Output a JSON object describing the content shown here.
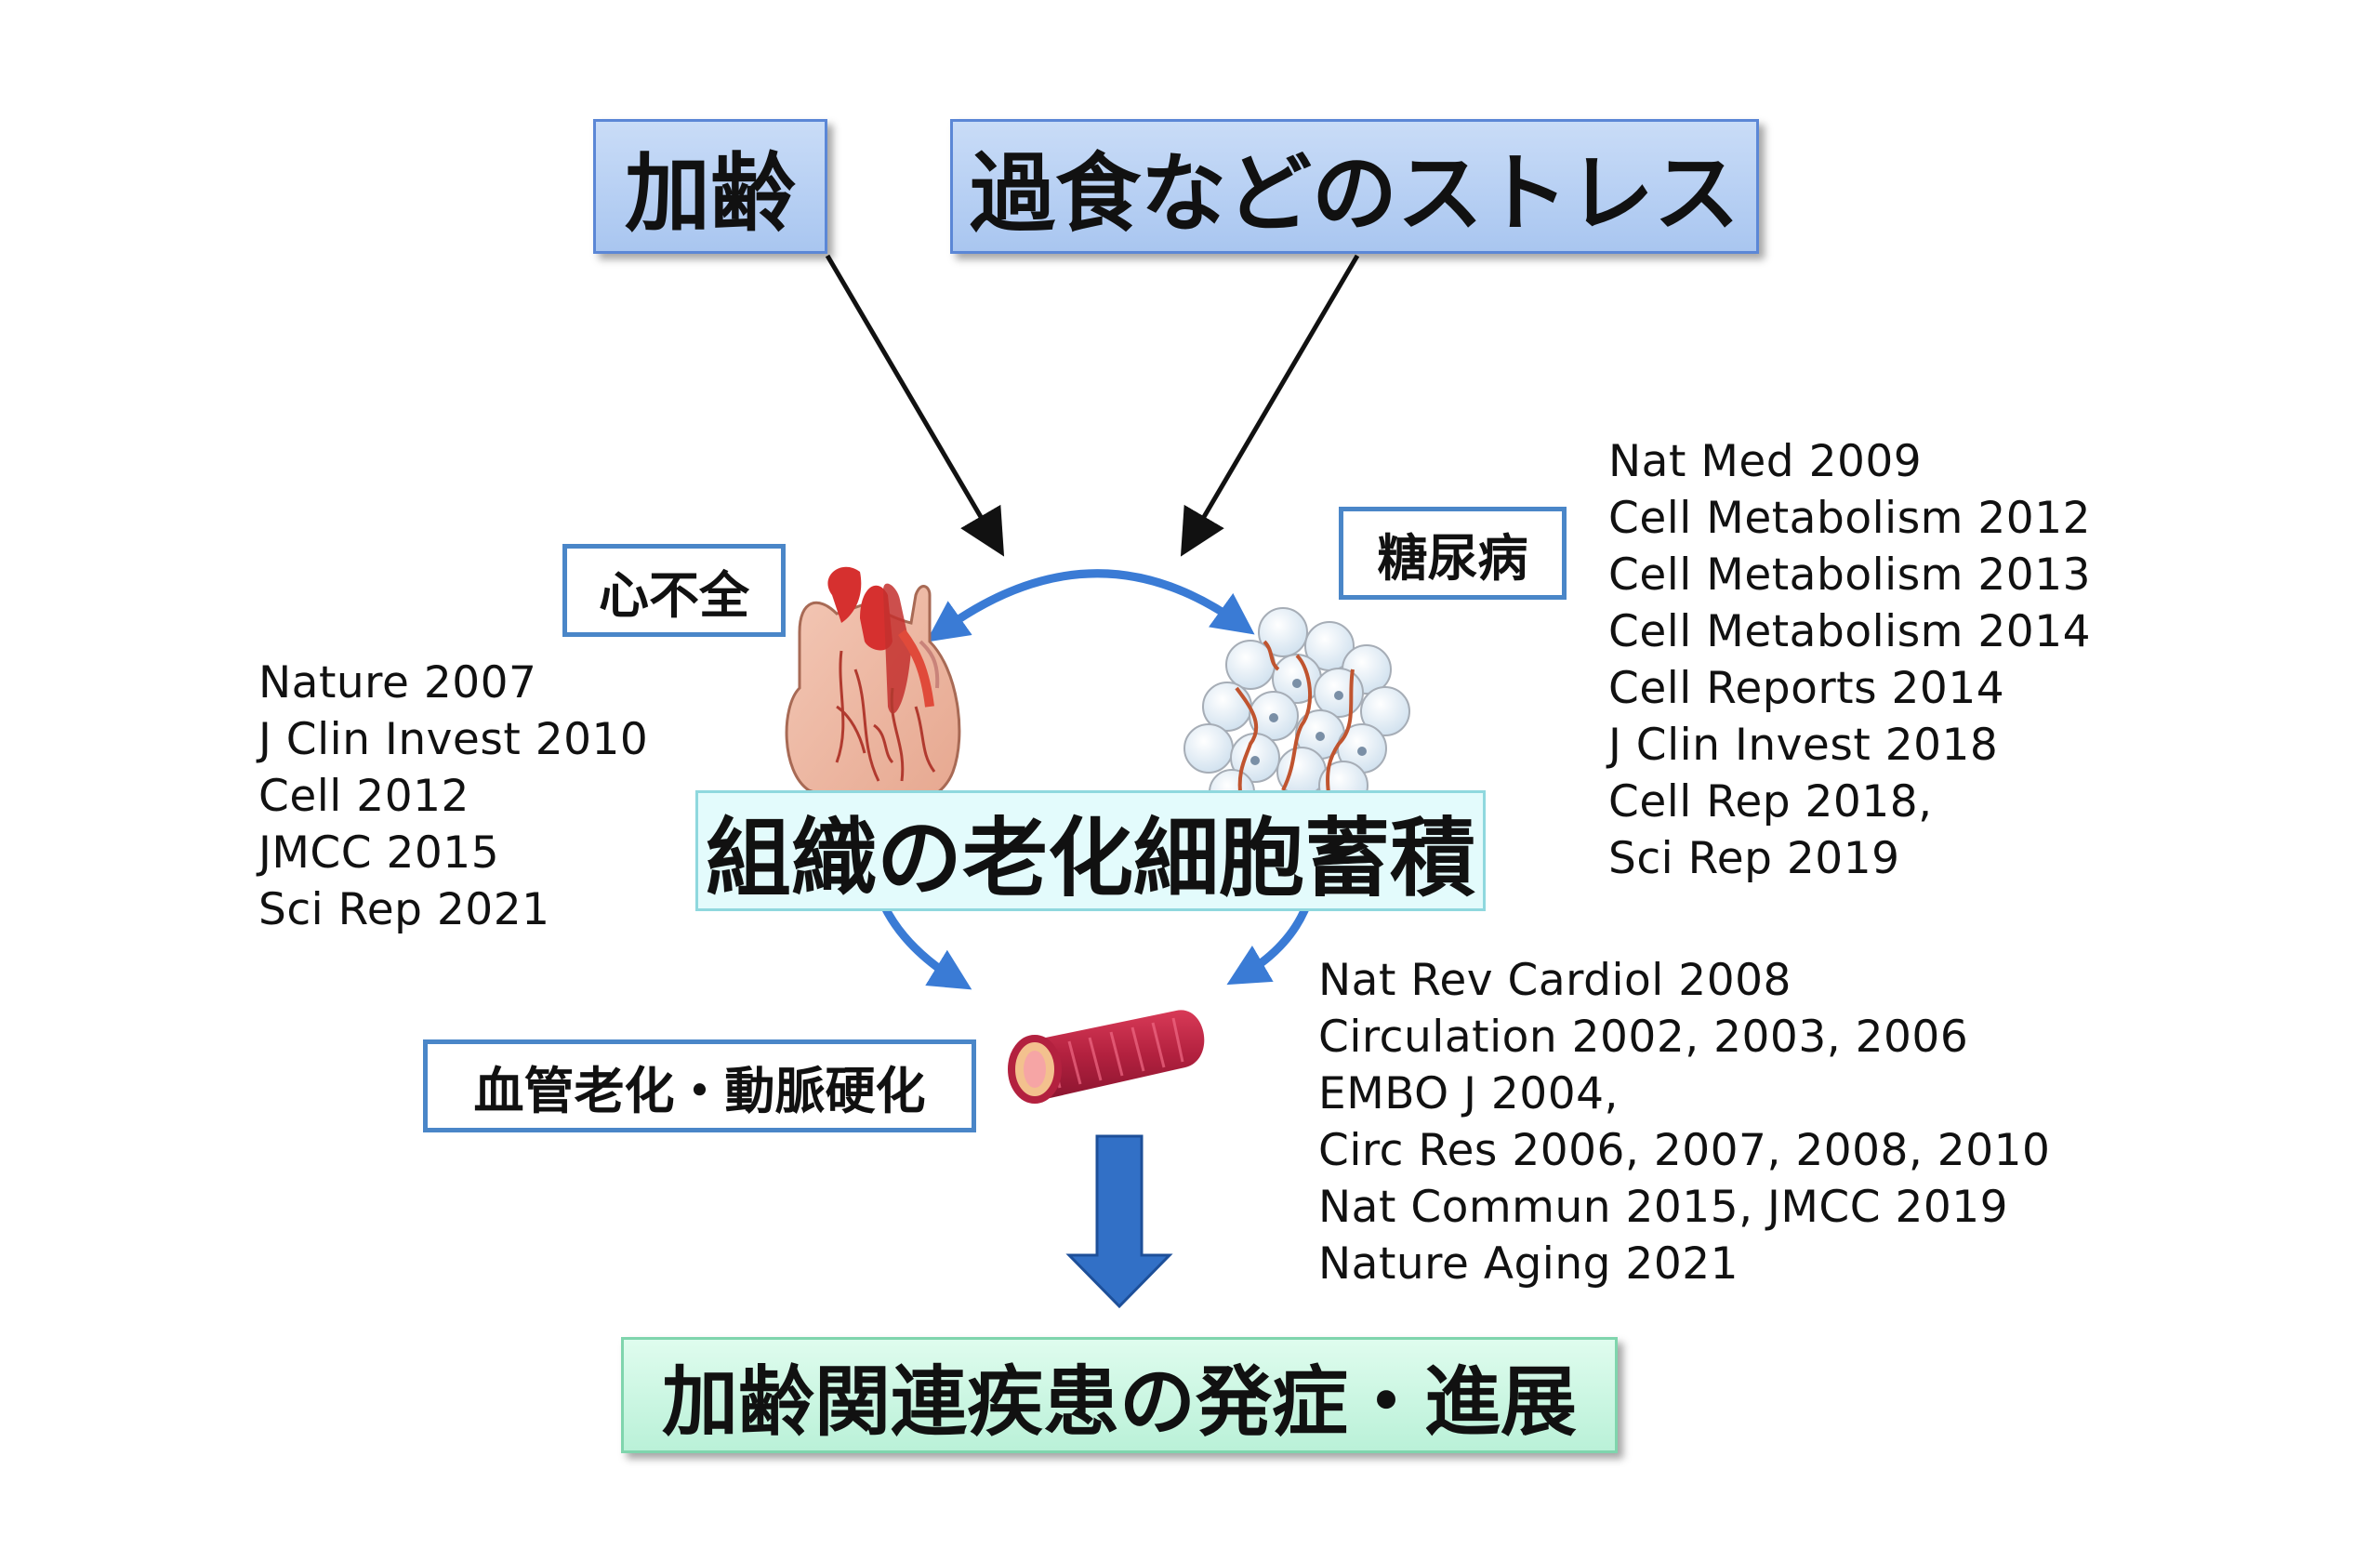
{
  "top": {
    "aging": "加齢",
    "stress": "過食などのストレス"
  },
  "center": {
    "title": "組織の老化細胞蓄積"
  },
  "conditions": {
    "heart_failure": "心不全",
    "diabetes": "糖尿病",
    "vascular": "血管老化・動脈硬化"
  },
  "outcome": {
    "title": "加齢関連疾患の発症・進展"
  },
  "refs_heart": [
    "Nature 2007",
    "J Clin Invest 2010",
    "Cell 2012",
    "JMCC 2015",
    "Sci Rep 2021"
  ],
  "refs_diabetes": [
    "Nat Med 2009",
    "Cell Metabolism 2012",
    "Cell Metabolism 2013",
    "Cell Metabolism 2014",
    "Cell Reports 2014",
    "J Clin Invest 2018",
    "Cell Rep 2018,",
    "Sci Rep 2019"
  ],
  "refs_vascular": [
    "Nat Rev Cardiol 2008",
    "Circulation 2002, 2003, 2006",
    "EMBO J 2004,",
    "Circ Res 2006, 2007, 2008, 2010",
    "Nat Commun 2015, JMCC 2019",
    "Nature Aging 2021"
  ],
  "icons": {
    "heart": "heart-icon",
    "fat": "adipose-tissue-icon",
    "vessel": "blood-vessel-icon"
  },
  "colors": {
    "box_blue": "#a9c6f0",
    "box_border": "#4a86c8",
    "curved_arrow": "#3a7bd5",
    "down_arrow": "#3270c6",
    "outcome_green": "#baf1d8"
  }
}
